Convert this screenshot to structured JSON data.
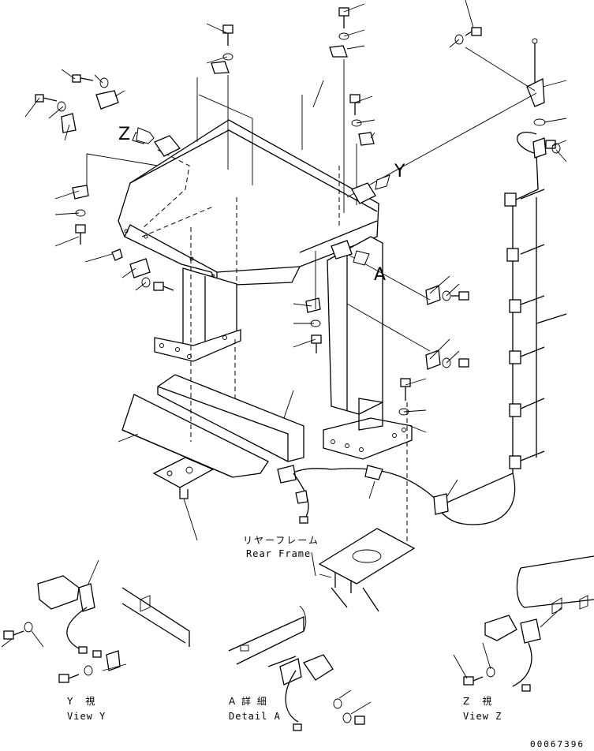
{
  "labels": {
    "rear_frame_jp": "リヤーフレーム",
    "rear_frame_en": "Rear Frame",
    "view_y_jp": "Y　視",
    "view_y_en": "View Y",
    "detail_a_jp": "A 詳 細",
    "detail_a_en": "Detail A",
    "view_z_jp": "Z　視",
    "view_z_en": "View Z",
    "callout_z": "Z",
    "callout_y": "Y",
    "callout_a": "A",
    "doc_number": "00067396"
  }
}
